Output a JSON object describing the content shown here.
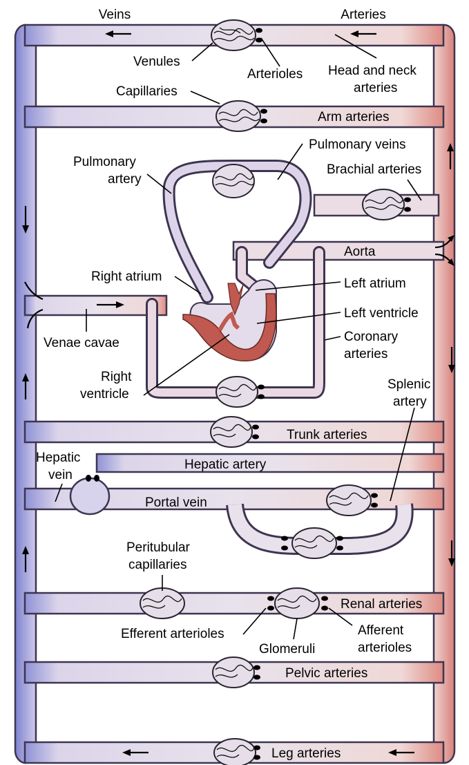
{
  "labels": {
    "veins": "Veins",
    "arteries": "Arteries",
    "venules": "Venules",
    "arterioles": "Arterioles",
    "head_neck_1": "Head and neck",
    "head_neck_2": "arteries",
    "capillaries": "Capillaries",
    "arm_arteries": "Arm arteries",
    "pulmonary_veins": "Pulmonary veins",
    "pulmonary_artery_1": "Pulmonary",
    "pulmonary_artery_2": "artery",
    "brachial_arteries": "Brachial arteries",
    "aorta": "Aorta",
    "right_atrium": "Right atrium",
    "left_atrium": "Left atrium",
    "left_ventricle": "Left ventricle",
    "venae_cavae": "Venae cavae",
    "coronary_1": "Coronary",
    "coronary_2": "arteries",
    "right_ventricle_1": "Right",
    "right_ventricle_2": "ventricle",
    "splenic_1": "Splenic",
    "splenic_2": "artery",
    "trunk_arteries": "Trunk arteries",
    "hepatic_vein_1": "Hepatic",
    "hepatic_vein_2": "vein",
    "hepatic_artery": "Hepatic artery",
    "portal_vein": "Portal vein",
    "peritubular_1": "Peritubular",
    "peritubular_2": "capillaries",
    "renal_arteries": "Renal arteries",
    "efferent_arterioles": "Efferent arterioles",
    "glomeruli": "Glomeruli",
    "afferent_1": "Afferent",
    "afferent_2": "arterioles",
    "pelvic_arteries": "Pelvic arteries",
    "leg_arteries": "Leg arteries"
  },
  "colors": {
    "vein": "#8a8ccf",
    "artery": "#d98a82",
    "vessel_fill": "#e6dfe9",
    "heart_muscle": "#c0594f"
  }
}
